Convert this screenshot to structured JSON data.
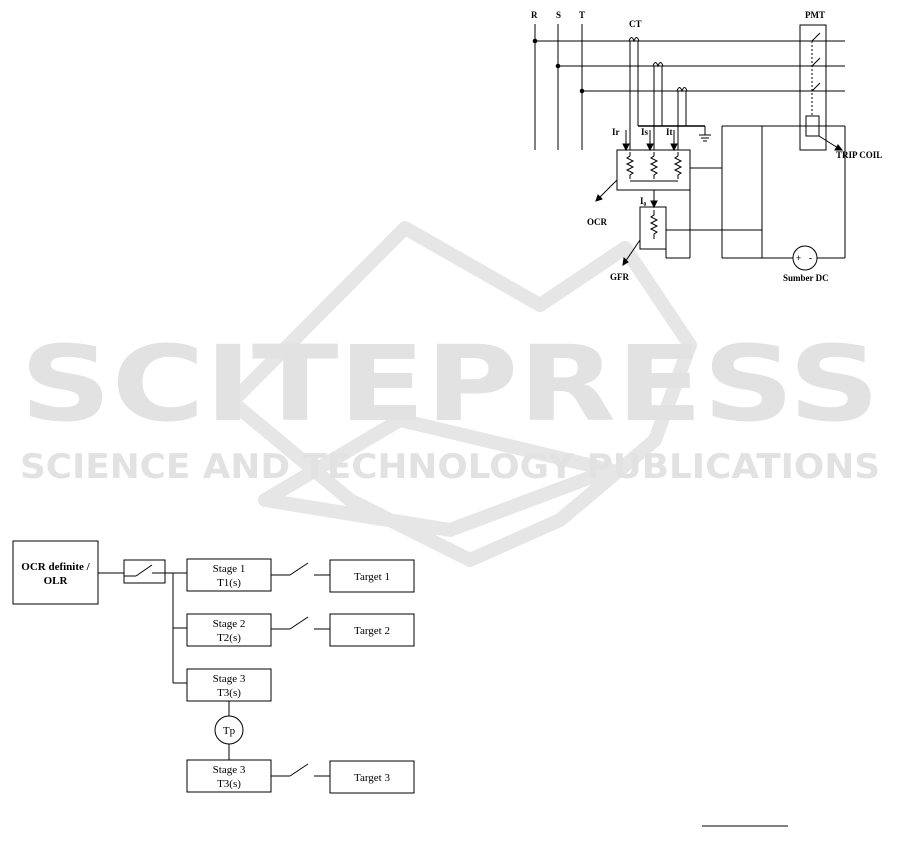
{
  "watermark": {
    "title": "SCITEPRESS",
    "subtitle": "SCIENCE AND TECHNOLOGY PUBLICATIONS",
    "color": "#e2e2e2"
  },
  "circuit": {
    "phases": [
      "R",
      "S",
      "T"
    ],
    "ct_label": "CT",
    "pmt_label": "PMT",
    "trip_coil_label": "TRIP COIL",
    "current_labels": [
      "Ir",
      "Is",
      "It"
    ],
    "ground_current_label": "I₀",
    "ocr_label": "OCR",
    "gfr_label": "GFR",
    "dc_label": "Sumber DC",
    "dc_plus": "+",
    "dc_minus": "-"
  },
  "flow": {
    "source_line1": "OCR definite /",
    "source_line2": "OLR",
    "stages": [
      {
        "line1": "Stage 1",
        "line2": "T1(s)",
        "target": "Target 1"
      },
      {
        "line1": "Stage 2",
        "line2": "T2(s)",
        "target": "Target 2"
      },
      {
        "line1": "Stage 3",
        "line2": "T3(s)"
      }
    ],
    "tp_label": "Tp",
    "final_stage": {
      "line1": "Stage 3",
      "line2": "T3(s)",
      "target": "Target 3"
    }
  }
}
